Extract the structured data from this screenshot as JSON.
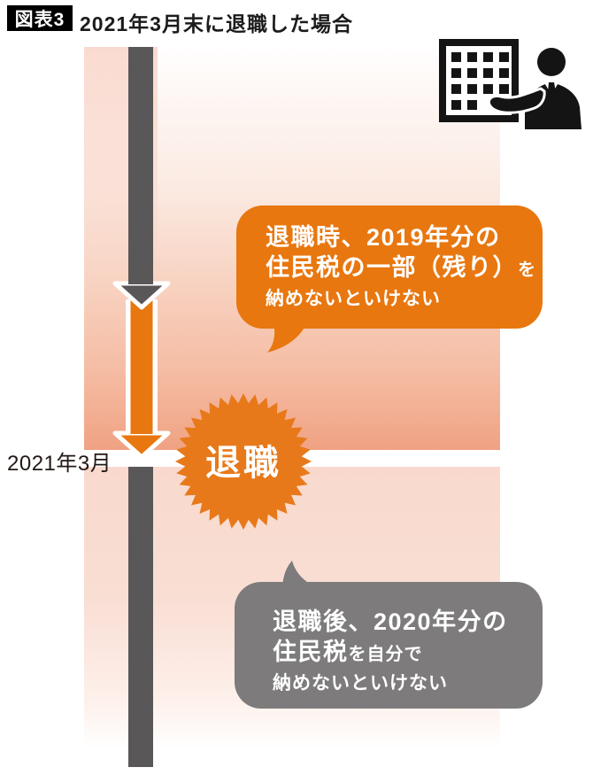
{
  "title": {
    "badge": "図表3",
    "text": "2021年3月末に退職した場合"
  },
  "timeline": {
    "date_label": "2021年3月",
    "event_label": "退職"
  },
  "callouts": {
    "orange": {
      "line1": "退職時、2019年分の",
      "line2_big": "住民税の一部（残り）",
      "line2_small": "を",
      "line3": "納めないといけない"
    },
    "gray": {
      "line1": "退職後、2020年分の",
      "line2_big": "住民税",
      "line2_small": "を自分で",
      "line3": "納めないといけない"
    }
  },
  "icons": {
    "company_person": "building-with-businessman-icon"
  },
  "colors": {
    "accent_orange": "#e8770f",
    "timeline_gray": "#595757",
    "bubble_gray": "#7d7b7b",
    "salmon_deep": "#f0a283",
    "pink_light": "#f9dcd1",
    "badge_black": "#000000"
  }
}
